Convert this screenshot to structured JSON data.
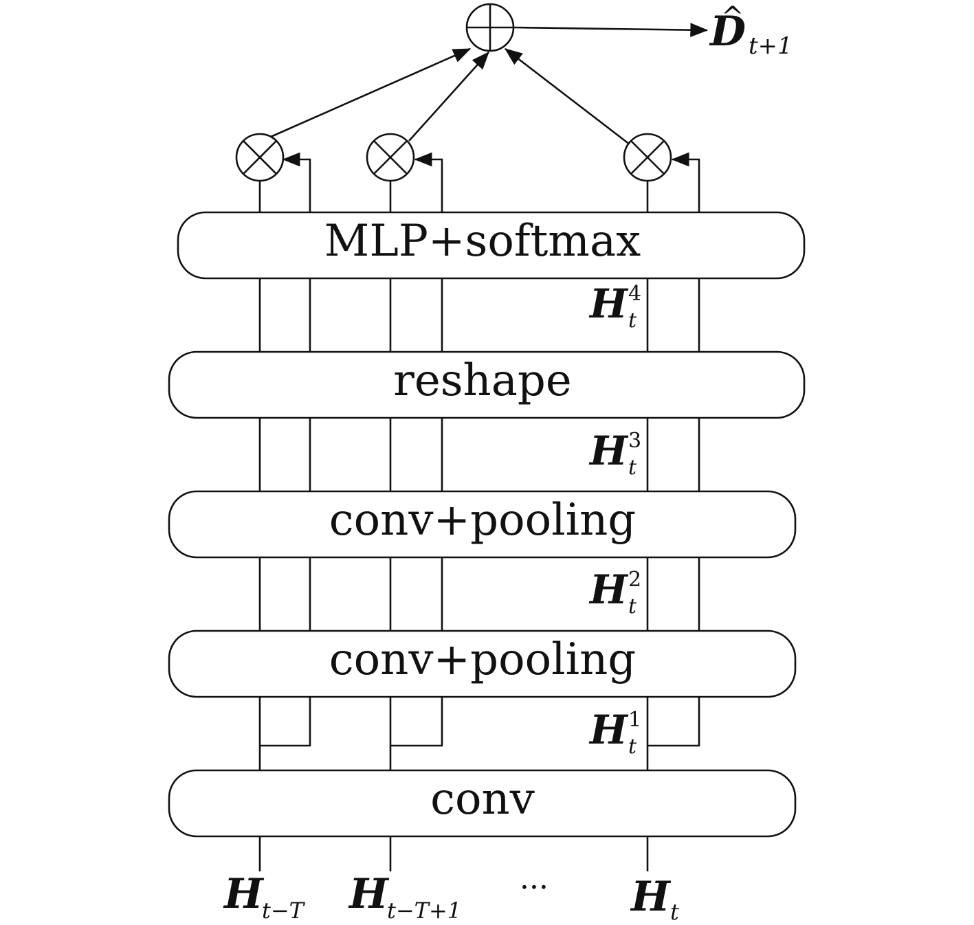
{
  "layers": {
    "mlp": "MLP+softmax",
    "reshape": "reshape",
    "conv_pool_upper": "conv+pooling",
    "conv_pool_lower": "conv+pooling",
    "conv": "conv"
  },
  "features": {
    "h4": {
      "base": "H",
      "sub": "t",
      "sup": "4"
    },
    "h3": {
      "base": "H",
      "sub": "t",
      "sup": "3"
    },
    "h2": {
      "base": "H",
      "sub": "t",
      "sup": "2"
    },
    "h1": {
      "base": "H",
      "sub": "t",
      "sup": "1"
    }
  },
  "inputs": [
    {
      "base": "H",
      "sub": "t−T"
    },
    {
      "base": "H",
      "sub": "t−T+1"
    },
    {
      "ellipsis": "···"
    },
    {
      "base": "H",
      "sub": "t"
    }
  ],
  "output": {
    "base": "D",
    "hat": "^",
    "sub": "t+1"
  }
}
